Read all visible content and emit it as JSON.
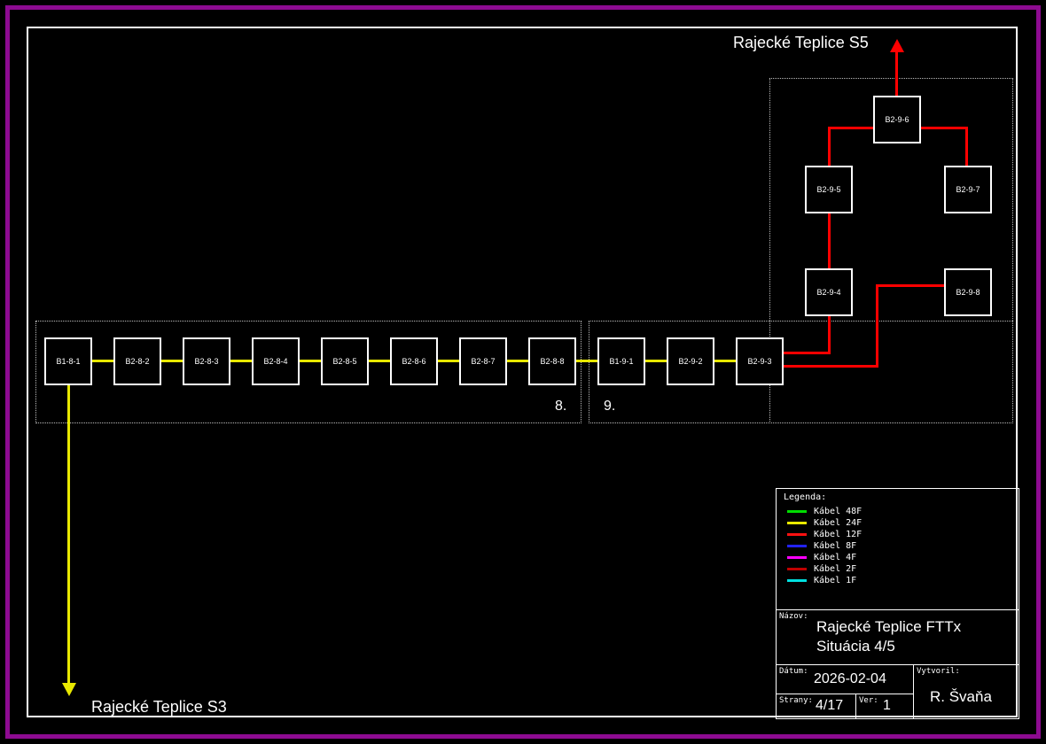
{
  "page": {
    "top_label": "Rajecké Teplice S5",
    "bottom_label": "Rajecké Teplice S3"
  },
  "groups": [
    {
      "label": "8."
    },
    {
      "label": "9."
    }
  ],
  "nodes": [
    {
      "label": "B1-8-1"
    },
    {
      "label": "B2-8-2"
    },
    {
      "label": "B2-8-3"
    },
    {
      "label": "B2-8-4"
    },
    {
      "label": "B2-8-5"
    },
    {
      "label": "B2-8-6"
    },
    {
      "label": "B2-8-7"
    },
    {
      "label": "B2-8-8"
    },
    {
      "label": "B1-9-1"
    },
    {
      "label": "B2-9-2"
    },
    {
      "label": "B2-9-3"
    },
    {
      "label": "B2-9-6"
    },
    {
      "label": "B2-9-5"
    },
    {
      "label": "B2-9-7"
    },
    {
      "label": "B2-9-4"
    },
    {
      "label": "B2-9-8"
    }
  ],
  "legend": {
    "title": "Legenda:",
    "items": [
      {
        "label": "Kábel 48F",
        "color": "#00dd00"
      },
      {
        "label": "Kábel 24F",
        "color": "#e8e800"
      },
      {
        "label": "Kábel 12F",
        "color": "#ff1111"
      },
      {
        "label": "Kábel 8F",
        "color": "#2222ff"
      },
      {
        "label": "Kábel 4F",
        "color": "#ff00ff"
      },
      {
        "label": "Kábel 2F",
        "color": "#c00000"
      },
      {
        "label": "Kábel 1F",
        "color": "#00e0e0"
      }
    ]
  },
  "titleblock": {
    "nazov_label": "Názov:",
    "title_line1": "Rajecké Teplice FTTx",
    "title_line2": "Situácia 4/5",
    "datum_label": "Dátum:",
    "datum_value": "2026-02-04",
    "vytvoril_label": "Vytvoril:",
    "vytvoril_value": "R. Švaňa",
    "strany_label": "Strany:",
    "strany_value": "4/17",
    "ver_label": "Ver:",
    "ver_value": "1"
  },
  "colors": {
    "cable_24f": "#e8e800",
    "cable_12f": "#ff0000",
    "frame": "#8d0b91"
  }
}
